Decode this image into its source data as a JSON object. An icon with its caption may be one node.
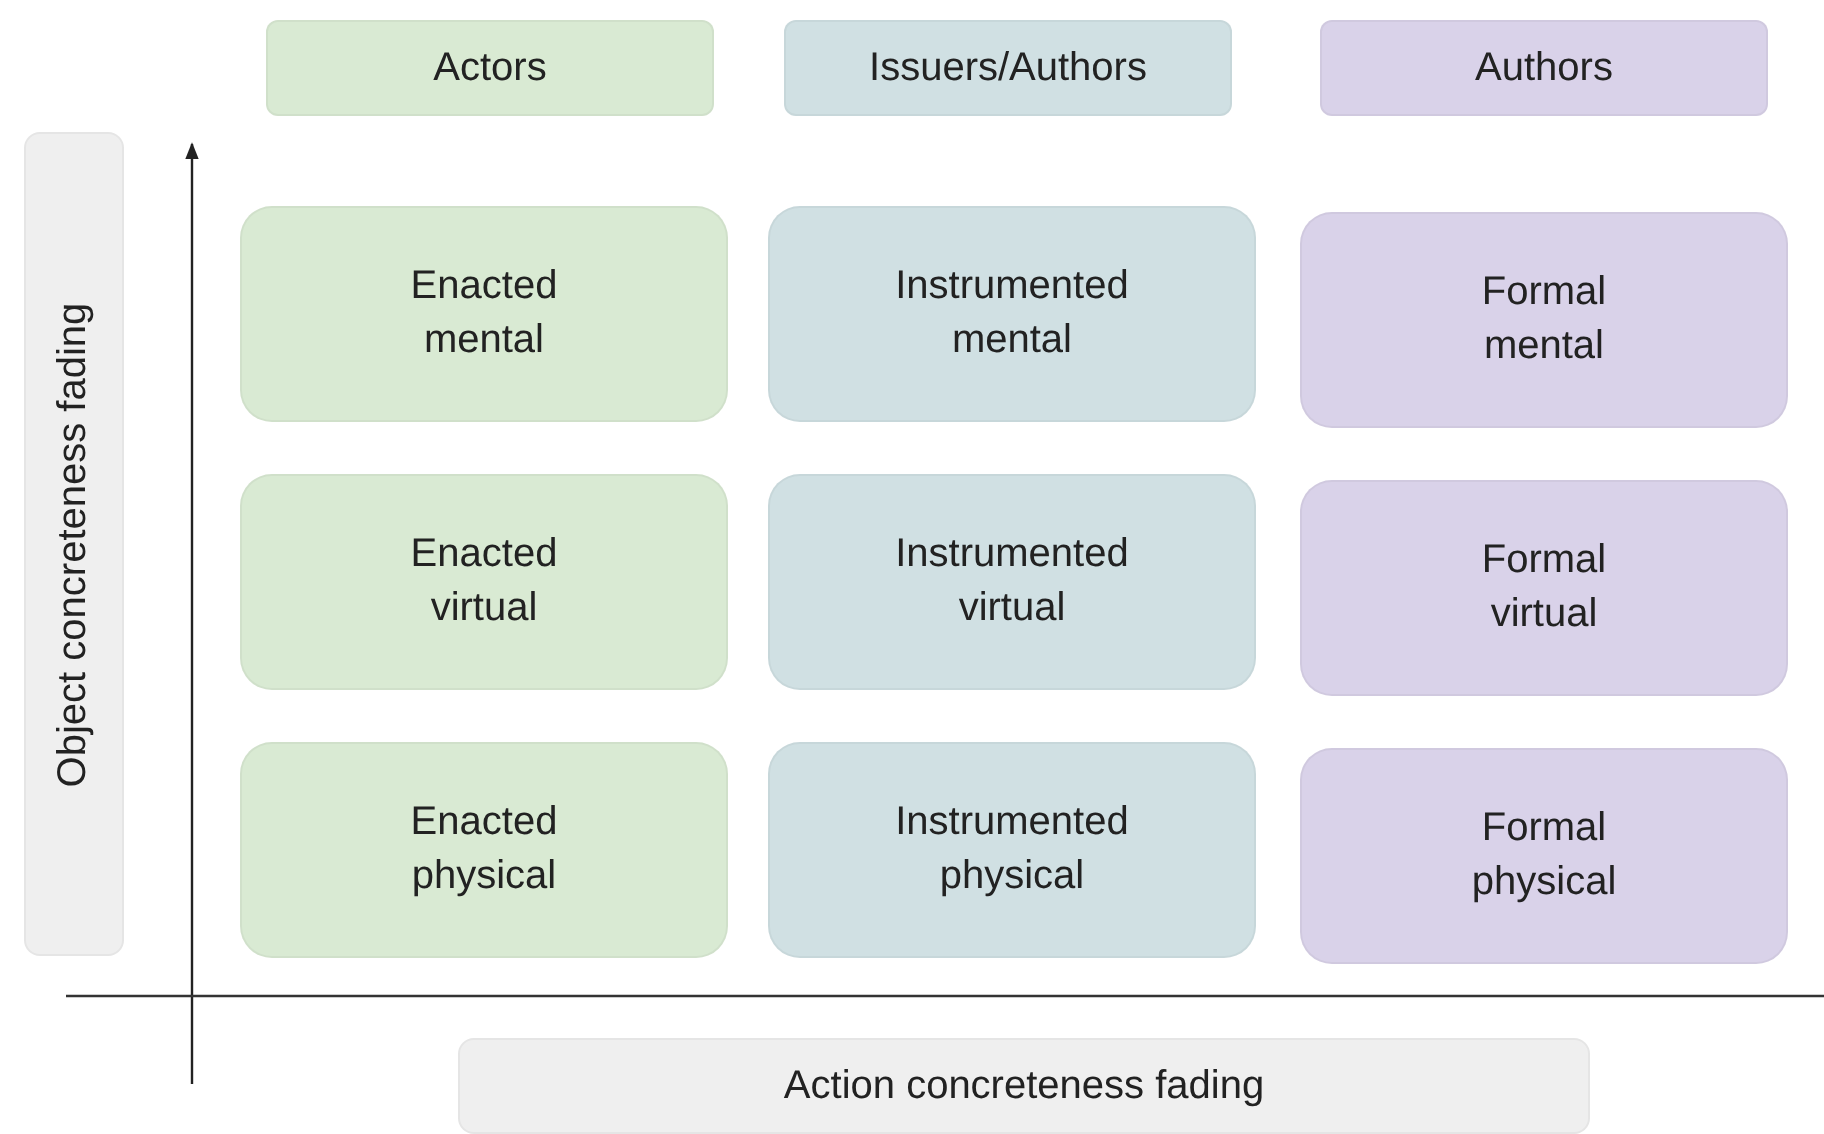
{
  "diagram": {
    "nodes": [
      {
        "text": [
          "Actors"
        ]
      },
      {
        "text": [
          "Issuers/Authors"
        ]
      },
      {
        "text": [
          "Authors"
        ]
      },
      {
        "text": [
          "Object concreteness fading"
        ]
      },
      {
        "text": [
          "Enacted mental"
        ]
      },
      {
        "text": [
          "Instrumented mental"
        ]
      },
      {
        "text": [
          "Formal mental"
        ]
      },
      {
        "text": [
          "Enacted virtual"
        ]
      },
      {
        "text": [
          "Instrumented virtual"
        ]
      },
      {
        "text": [
          "Formal virtual"
        ]
      },
      {
        "text": [
          "Enacted physical"
        ]
      },
      {
        "text": [
          "Instrumented physical"
        ]
      },
      {
        "text": [
          "Formal physical"
        ]
      },
      {
        "text": [
          "Action concreteness fading"
        ]
      }
    ]
  }
}
